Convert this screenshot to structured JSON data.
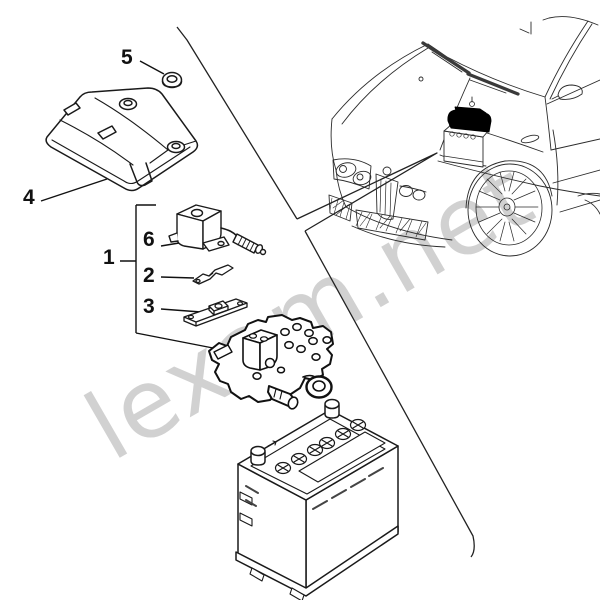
{
  "diagram": {
    "background": "#ffffff",
    "line_color": "#1a1a1a",
    "car_line_color": "#2b2b2b",
    "highlight_color": "#000000",
    "watermark": {
      "text": "lexam.net",
      "color": "#c9c9c9"
    },
    "callouts": [
      {
        "label": "1"
      },
      {
        "label": "2"
      },
      {
        "label": "3"
      },
      {
        "label": "4"
      },
      {
        "label": "5"
      },
      {
        "label": "6"
      }
    ]
  }
}
